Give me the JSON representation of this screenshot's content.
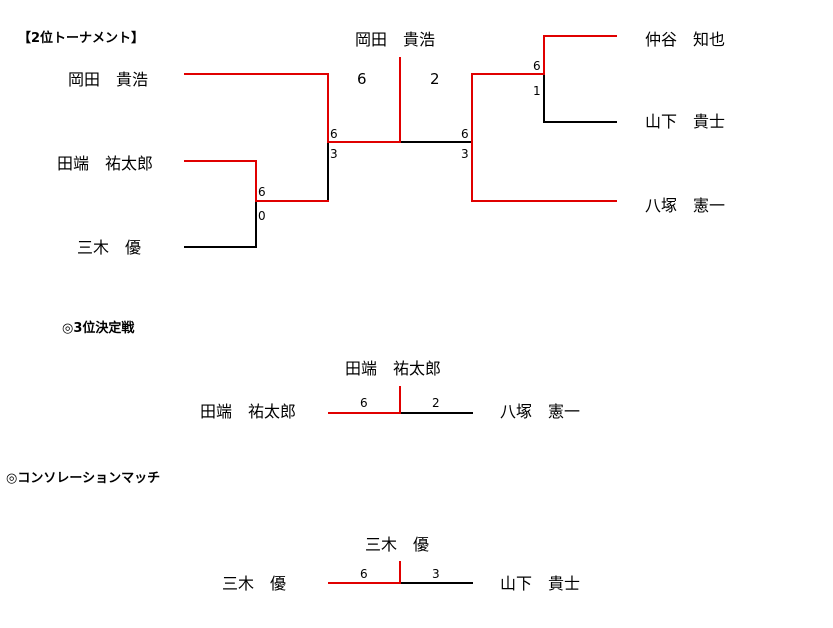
{
  "main_bracket": {
    "title": "【2位トーナメント】",
    "winner": "岡田　貴浩",
    "final_score_left": "6",
    "final_score_right": "2",
    "left": {
      "player_top": "岡田　貴浩",
      "player_mid": "田端　祐太郎",
      "player_bottom": "三木　優",
      "semi_score_top": "6",
      "semi_score_bottom": "3",
      "qf_score_top": "6",
      "qf_score_bottom": "0"
    },
    "right": {
      "player_top": "仲谷　知也",
      "player_mid": "山下　貴士",
      "player_bottom": "八塚　憲一",
      "semi_score_top": "6",
      "semi_score_bottom": "3",
      "qf_score_top": "6",
      "qf_score_bottom": "1"
    }
  },
  "third_place": {
    "title": "◎3位決定戦",
    "winner": "田端　祐太郎",
    "player_left": "田端　祐太郎",
    "player_right": "八塚　憲一",
    "score_left": "6",
    "score_right": "2"
  },
  "consolation": {
    "title": "◎コンソレーションマッチ",
    "winner": "三木　優",
    "player_left": "三木　優",
    "player_right": "山下　貴士",
    "score_left": "6",
    "score_right": "3"
  },
  "colors": {
    "winner_line": "#e00000",
    "loser_line": "#000000"
  }
}
